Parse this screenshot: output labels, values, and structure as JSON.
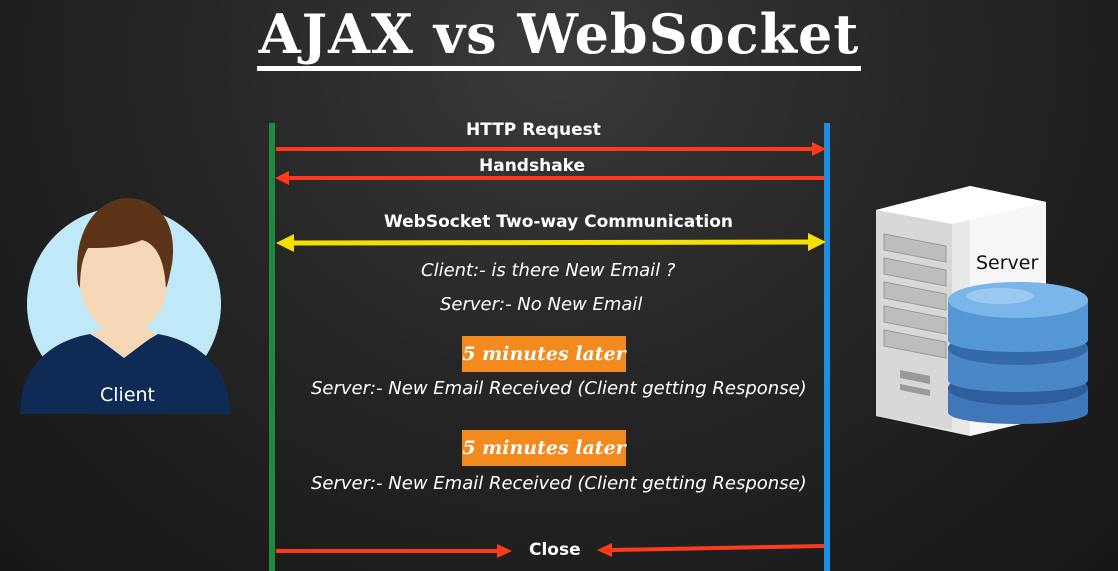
{
  "title": "AJAX vs WebSocket",
  "actors": {
    "client": "Client",
    "server": "Server"
  },
  "messages": {
    "http_request": "HTTP Request",
    "handshake": "Handshake",
    "two_way": "WebSocket Two-way Communication",
    "close": "Close"
  },
  "exchange": {
    "client_query": "Client:- is there New Email ?",
    "server_no_email": "Server:- No New Email",
    "delay_1": "5 minutes later",
    "server_response_1": "Server:- New Email Received (Client getting Response)",
    "delay_2": "5 minutes later",
    "server_response_2": "Server:- New Email Received (Client getting Response)"
  },
  "colors": {
    "request_arrow": "#ff3a1a",
    "two_way_arrow": "#f5e000",
    "client_line": "#1e8a3e",
    "server_line": "#1e8fe0",
    "badge": "#f28a1e"
  }
}
